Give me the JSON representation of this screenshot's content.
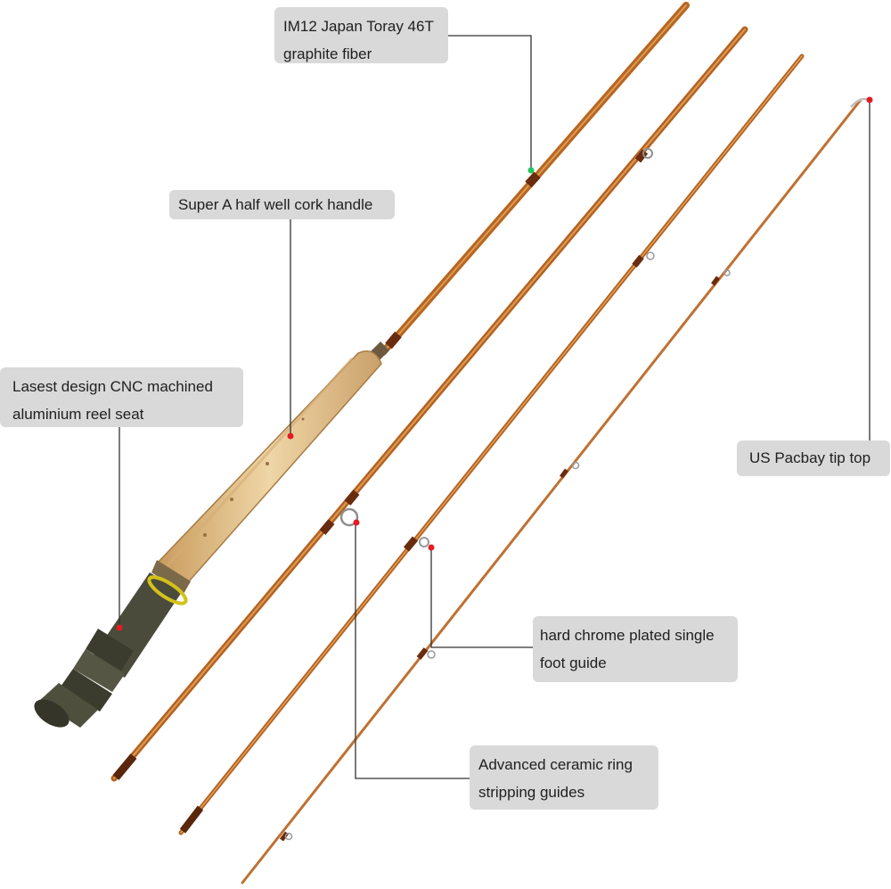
{
  "callouts": {
    "fiber": {
      "line1": "IM12 Japan Toray 46T",
      "line2": "graphite fiber"
    },
    "handle": {
      "line1": "Super A half well cork handle"
    },
    "reel": {
      "line1": "Lasest design CNC machined",
      "line2": "aluminium reel seat"
    },
    "tiptop": {
      "line1": "US Pacbay tip top"
    },
    "chrome": {
      "line1": "hard chrome plated single",
      "line2": "foot guide"
    },
    "ceramic": {
      "line1": "Advanced ceramic ring",
      "line2": "stripping guides"
    }
  },
  "colors": {
    "rod_blank": "#b5621f",
    "rod_dark": "#7a3512",
    "cork": "#e6c58e",
    "reel_seat": "#4a4a3a",
    "callout_bg": "#d9d9d9",
    "leader_line": "#333333",
    "dot_red": "#e31b23",
    "dot_green": "#22c55e"
  }
}
